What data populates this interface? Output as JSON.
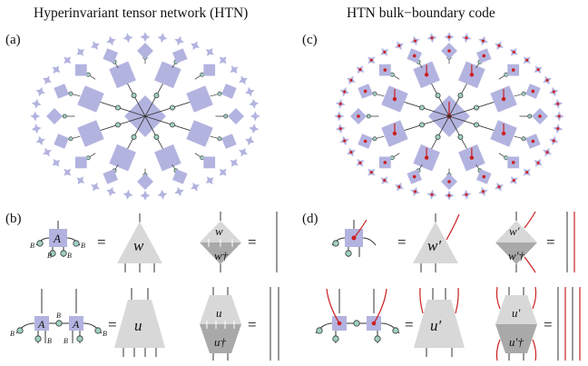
{
  "titles": {
    "left": "Hyperinvariant tensor network (HTN)",
    "right": "HTN bulk−boundary code"
  },
  "panels": {
    "a": "(a)",
    "b": "(b)",
    "c": "(c)",
    "d": "(d)"
  },
  "symbols": {
    "A": "A",
    "B": "B",
    "w": "w",
    "u": "u",
    "w_dag": "w†",
    "u_dag": "u†",
    "w_prime": "w′",
    "u_prime": "u′",
    "w_prime_dag": "w′†",
    "u_prime_dag": "u′†",
    "equals": "="
  },
  "colors": {
    "tensor": "#b3b3e0",
    "node": "#9fd0c4",
    "grey": "#d8d8d8",
    "grey_dark": "#a9a9a9",
    "bulk_leg": "#cc1f1f",
    "line": "#333333"
  }
}
